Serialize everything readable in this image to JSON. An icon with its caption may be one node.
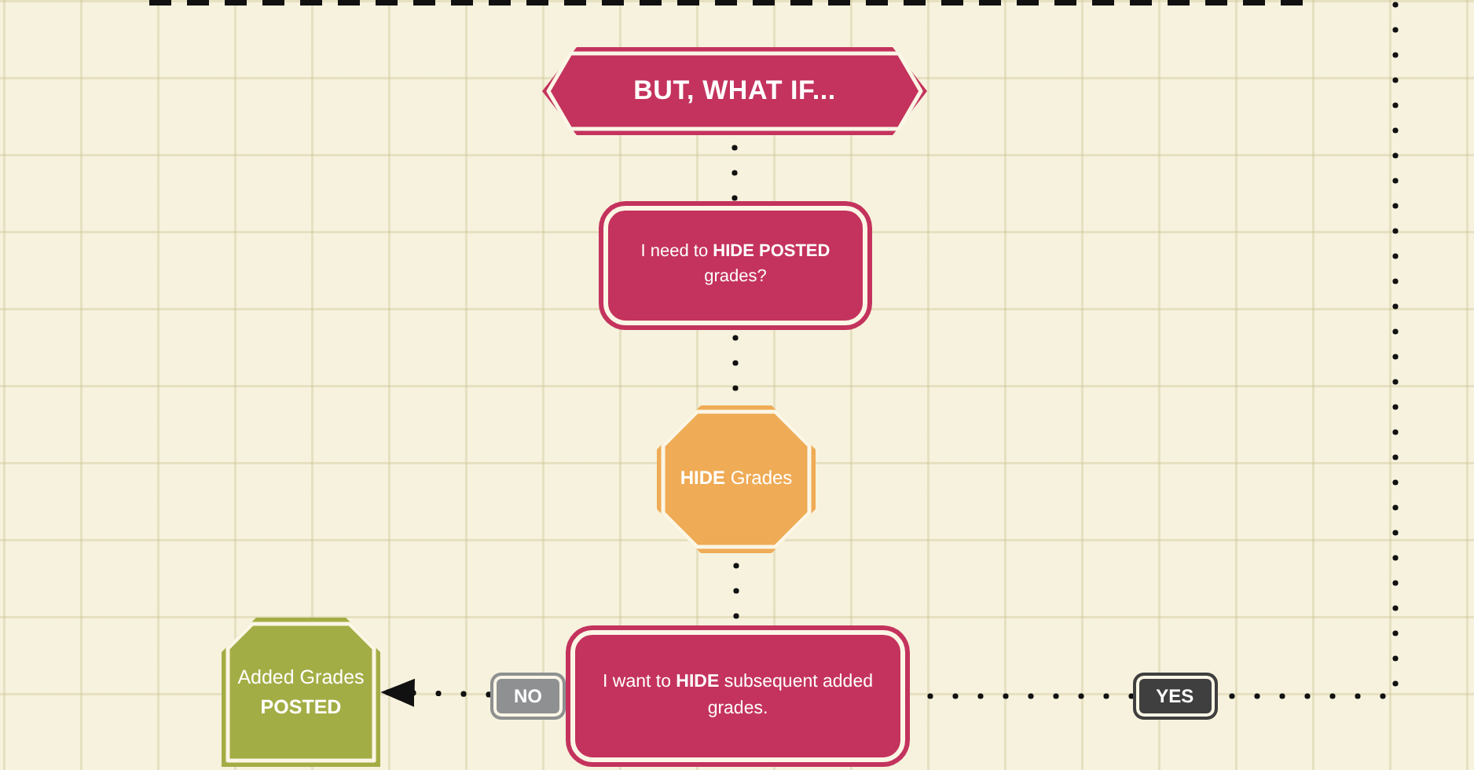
{
  "diagram": {
    "nodes": [
      {
        "text": [
          "BUT, WHAT IF..."
        ]
      },
      {
        "text": [
          "I need to **HIDE POSTED** grades?"
        ]
      },
      {
        "text": [
          "**HIDE** Grades"
        ]
      },
      {
        "text": [
          "I want to **HIDE** subsequent added grades."
        ]
      },
      {
        "text": [
          "Added Grades **POSTED**"
        ]
      }
    ],
    "edges": [
      {
        "from": 0,
        "to": 1,
        "arrow": "none"
      },
      {
        "from": 1,
        "to": 2,
        "arrow": "none"
      },
      {
        "from": 2,
        "to": 3,
        "arrow": "none"
      },
      {
        "from": 3,
        "to": 4,
        "arrow": "to",
        "label": "NO"
      },
      {
        "from": null,
        "to": 3,
        "arrow": "none",
        "label": "YES"
      }
    ]
  }
}
